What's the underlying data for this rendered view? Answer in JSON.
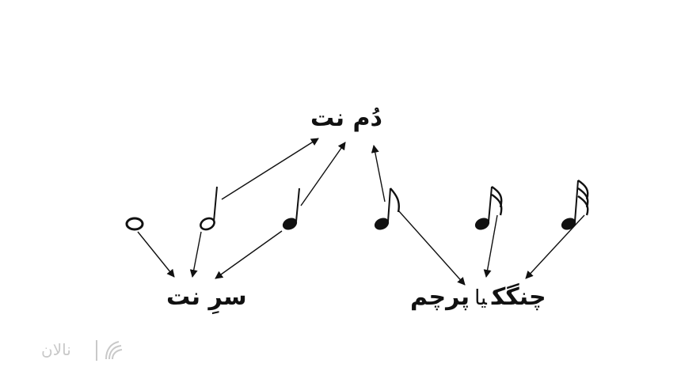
{
  "labels": {
    "note_tail": "دُم نت",
    "note_head": "سرِ نت",
    "flag_left": "چنگک",
    "flag_or": "یا",
    "flag_right": "پرچم"
  },
  "watermark": {
    "text": "نالان"
  },
  "notes": [
    {
      "name": "whole-note"
    },
    {
      "name": "half-note"
    },
    {
      "name": "quarter-note"
    },
    {
      "name": "eighth-note"
    },
    {
      "name": "sixteenth-note"
    },
    {
      "name": "thirty-second-note"
    }
  ]
}
